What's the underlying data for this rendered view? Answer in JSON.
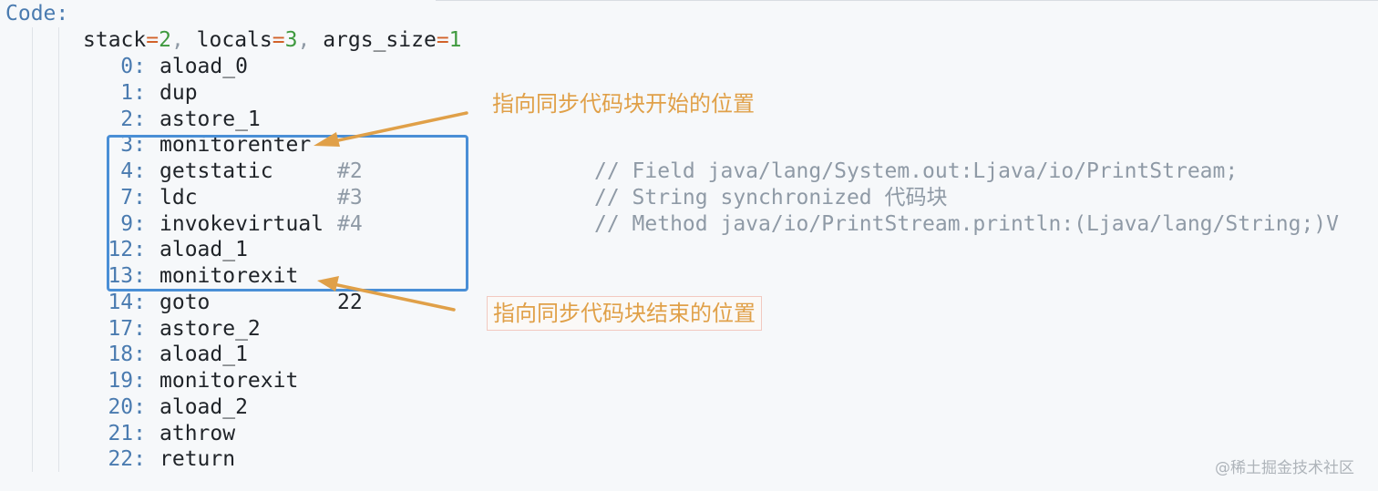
{
  "code_label": "Code:",
  "header": {
    "stack_key": "stack",
    "stack_value": "2",
    "locals_key": "locals",
    "locals_value": "3",
    "args_key": "args_size",
    "args_value": "1"
  },
  "instructions": [
    {
      "offset": "0:",
      "op": "aload_0",
      "arg": "",
      "comment": ""
    },
    {
      "offset": "1:",
      "op": "dup",
      "arg": "",
      "comment": ""
    },
    {
      "offset": "2:",
      "op": "astore_1",
      "arg": "",
      "comment": ""
    },
    {
      "offset": "3:",
      "op": "monitorenter",
      "arg": "",
      "comment": ""
    },
    {
      "offset": "4:",
      "op": "getstatic",
      "arg": "#2",
      "comment": "// Field java/lang/System.out:Ljava/io/PrintStream;"
    },
    {
      "offset": "7:",
      "op": "ldc",
      "arg": "#3",
      "comment": "// String synchronized 代码块"
    },
    {
      "offset": "9:",
      "op": "invokevirtual",
      "arg": "#4",
      "comment": "// Method java/io/PrintStream.println:(Ljava/lang/String;)V"
    },
    {
      "offset": "12:",
      "op": "aload_1",
      "arg": "",
      "comment": ""
    },
    {
      "offset": "13:",
      "op": "monitorexit",
      "arg": "",
      "comment": ""
    },
    {
      "offset": "14:",
      "op": "goto",
      "arg": "22",
      "comment": ""
    },
    {
      "offset": "17:",
      "op": "astore_2",
      "arg": "",
      "comment": ""
    },
    {
      "offset": "18:",
      "op": "aload_1",
      "arg": "",
      "comment": ""
    },
    {
      "offset": "19:",
      "op": "monitorexit",
      "arg": "",
      "comment": ""
    },
    {
      "offset": "20:",
      "op": "aload_2",
      "arg": "",
      "comment": ""
    },
    {
      "offset": "21:",
      "op": "athrow",
      "arg": "",
      "comment": ""
    },
    {
      "offset": "22:",
      "op": "return",
      "arg": "",
      "comment": ""
    }
  ],
  "annotations": {
    "start": "指向同步代码块开始的位置",
    "end": "指向同步代码块结束的位置"
  },
  "watermark": "@稀土掘金技术社区",
  "colors": {
    "annotation": "#e0a048",
    "box": "#4a8fd6",
    "offset": "#4a7bb0",
    "comment": "#8f9aa6"
  }
}
